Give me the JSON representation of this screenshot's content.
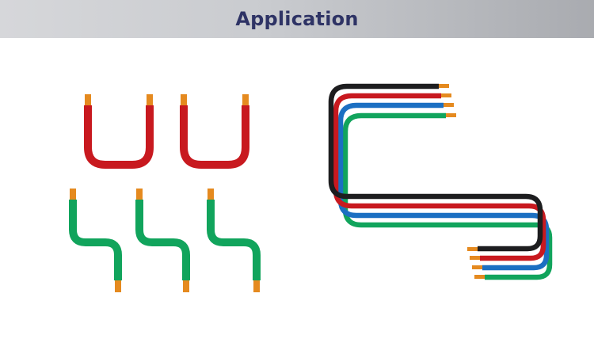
{
  "header": {
    "title": "Application"
  },
  "colors": {
    "header_text": "#2e3365",
    "header_bg_left": "#d6d7da",
    "header_bg_right": "#a9abb0",
    "cable_red": "#c8191f",
    "cable_green": "#11a45c",
    "cable_blue": "#1b6fc2",
    "cable_black": "#1d1d1f",
    "conductor_tip": "#e58a1f"
  },
  "illustration": {
    "items": [
      {
        "name": "u-shaped-red-busbar",
        "color": "red"
      },
      {
        "name": "u-shaped-red-busbar",
        "color": "red"
      },
      {
        "name": "offset-green-busbar",
        "color": "green"
      },
      {
        "name": "offset-green-busbar",
        "color": "green"
      },
      {
        "name": "offset-green-busbar",
        "color": "green"
      },
      {
        "name": "four-core-routed-cable-bundle",
        "colors": [
          "black",
          "red",
          "blue",
          "green"
        ]
      }
    ]
  }
}
